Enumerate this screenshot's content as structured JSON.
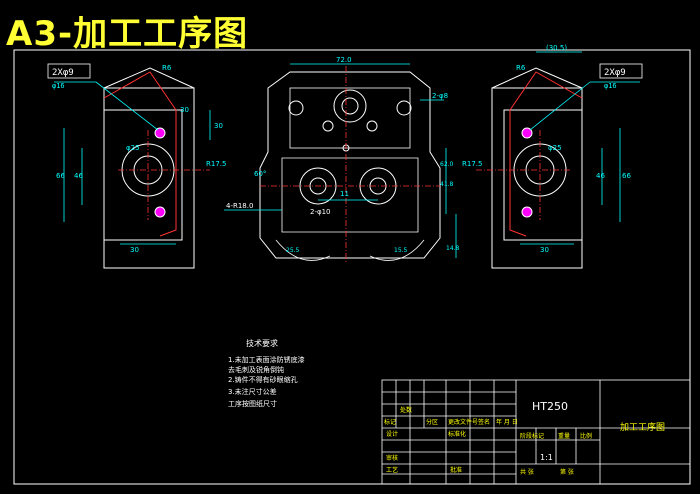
{
  "drawing": {
    "heading": "A3-加工工序图",
    "colors": {
      "background": "#000000",
      "outline": "#ffffff",
      "dimension": "#00ffff",
      "center_line": "#ff3333",
      "hole_marker": "#ff00ff",
      "fill_text": "#ffff00",
      "heading": "#ffff33"
    }
  },
  "views": {
    "left": {
      "label_hole_count": "2Xφ9",
      "label_counterbore": "φ16",
      "dim_chamfer": "R6",
      "dim_top_vertical": "30",
      "dim_top_slant": "30",
      "dim_bore": "φ25",
      "dim_radius": "R17.5",
      "dim_height_outer": "66",
      "dim_height_inner": "46",
      "dim_bottom": "30"
    },
    "front": {
      "dim_top_width": "72.0",
      "dim_right_note": "2-φ8",
      "dim_right_vertical_a": "62.0",
      "dim_right_vertical_b": "41.8",
      "dim_right_vertical_c": "14.8",
      "dim_left_note": "4-R18.0",
      "dim_angle": "60°",
      "dim_center_small": "11",
      "dim_center_large": "2-φ10",
      "dim_bottom_left": "25.5",
      "dim_bottom_right": "15.5"
    },
    "right": {
      "label_hole_count": "2Xφ9",
      "label_counterbore": "φ16",
      "dim_top_width": "(30.5)",
      "dim_chamfer": "R6",
      "dim_bore": "φ25",
      "dim_radius": "R17.5",
      "dim_height_outer": "66",
      "dim_height_inner": "46",
      "dim_bottom": "30"
    }
  },
  "tech_requirements": {
    "title": "技术要求",
    "items": [
      "1.未加工表面涂防锈底漆",
      "去毛刺及锐角倒钝",
      "2.铸件不得有砂眼缩孔",
      "3.未注尺寸公差",
      "工序按图纸尺寸"
    ]
  },
  "title_block": {
    "material": "HT250",
    "drawing_name": "加工工序图",
    "scale": "1:1",
    "row_labels": {
      "mark": "标记",
      "count": "处数",
      "zone": "分区",
      "change_doc": "更改文件号",
      "signature": "签名",
      "date": "年 月 日",
      "design": "设计",
      "standardize": "标准化",
      "stage_mark": "阶段标记",
      "weight": "重量",
      "ratio": "比例",
      "review": "审核",
      "process": "工艺",
      "approve": "批准",
      "sheet_total": "共 张",
      "sheet_no": "第 张"
    }
  }
}
